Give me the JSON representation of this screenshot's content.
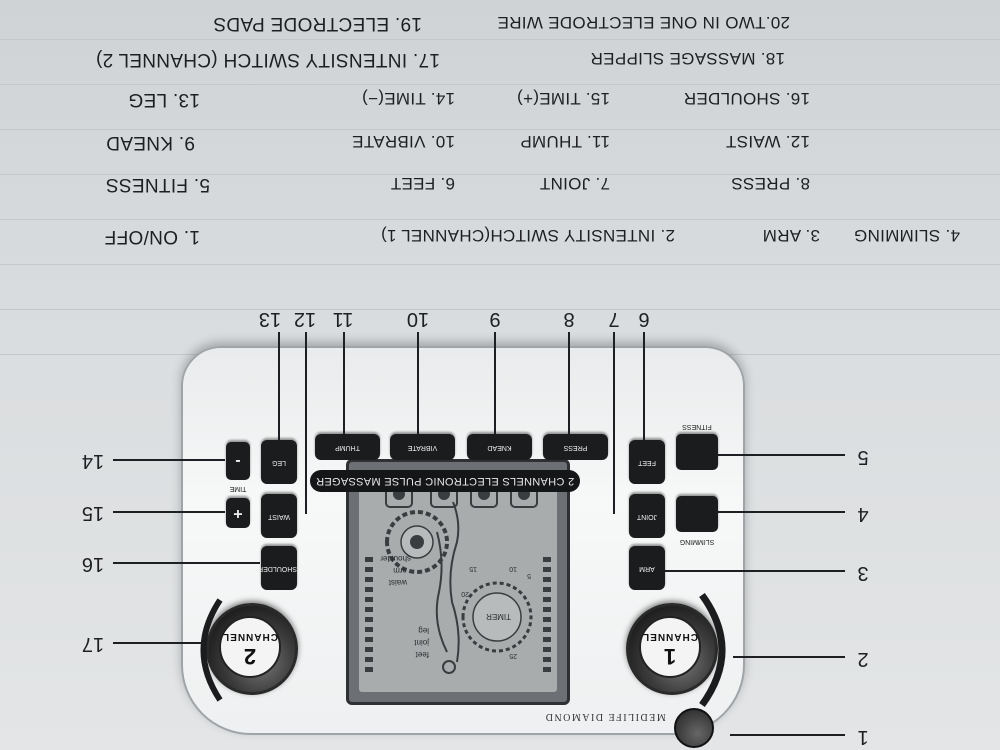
{
  "device": {
    "brand": "MEDILIFE DIAMOND",
    "banner": "2 CHANNELS ELECTRONIC PULSE MASSAGER",
    "channel1_knob": {
      "number": "1",
      "label": "CHANNEL"
    },
    "channel2_knob": {
      "number": "2",
      "label": "CHANNEL"
    },
    "top_buttons": [
      "PRESS",
      "KNEAD",
      "VIBRATE",
      "THUMP"
    ],
    "left_buttons": [
      "ARM",
      "JOINT",
      "FEET"
    ],
    "right_buttons": [
      "SHOULDER",
      "WAIST",
      "LEG"
    ],
    "fitness_label": "FITNESS",
    "slimming_label": "SLIMMING",
    "time_label": "TIME",
    "plus_label": "+",
    "minus_label": "-",
    "lcd": {
      "timer_label": "TIMER",
      "body_labels": [
        "feet",
        "joint",
        "leg",
        "waist",
        "arm",
        "shoulder"
      ],
      "dial_numbers": [
        "5",
        "10",
        "15",
        "20",
        "25"
      ]
    }
  },
  "callouts": {
    "n1": "1",
    "n2": "2",
    "n3": "3",
    "n4": "4",
    "n5": "5",
    "n6": "6",
    "n7": "7",
    "n8": "8",
    "n9": "9",
    "n10": "10",
    "n11": "11",
    "n12": "12",
    "n13": "13",
    "n14": "14",
    "n15": "15",
    "n16": "16",
    "n17": "17"
  },
  "parts": {
    "p1": "1. ON/OFF",
    "p2": "2. INTENSITY SWITCH(CHANNEL 1)",
    "p3": "3. ARM",
    "p4": "4. SLIMMING",
    "p5": "5. FITNESS",
    "p6": "6. FEET",
    "p7": "7. JOINT",
    "p8": "8. PRESS",
    "p9": "9. KNEAD",
    "p10": "10. VIBRATE",
    "p11": "11. THUMP",
    "p12": "12. WAIST",
    "p13": "13. LEG",
    "p14": "14. TIME(−)",
    "p15": "15. TIME(+)",
    "p16": "16. SHOULDER",
    "p17": "17. INTENSITY SWITCH (CHANNEL 2)",
    "p18": "18. MASSAGE SLIPPER",
    "p19": "19. ELECTRODE PADS",
    "p20": "20.TWO IN ONE ELECTRODE WIRE"
  }
}
